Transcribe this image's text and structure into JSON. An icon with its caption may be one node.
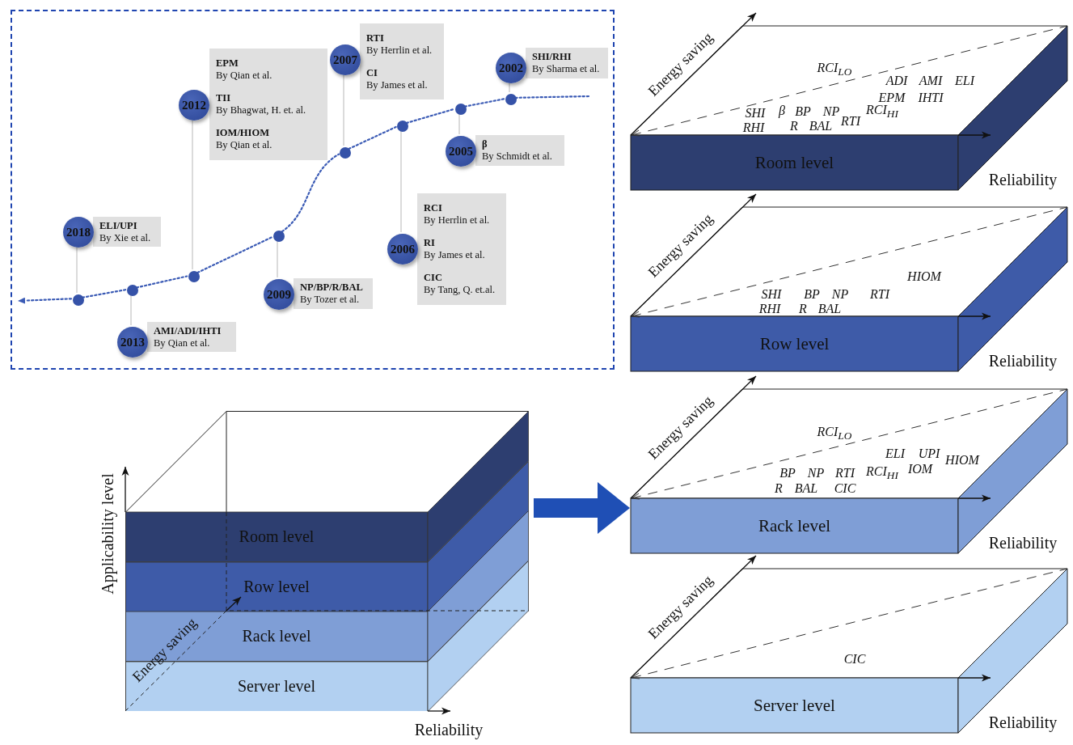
{
  "diagram": {
    "nodes": [
      {
        "text": [],
        "shape": "box"
      },
      {
        "text": [
          "2018"
        ],
        "in": 0
      },
      {
        "text": [
          "ELI/UPI",
          "By Xie et al."
        ],
        "in": 0
      },
      {
        "text": [],
        "shape": "circle",
        "in": 0
      },
      {
        "text": [
          "2013"
        ],
        "in": 0
      },
      {
        "text": [
          "AMI/ADI/IHTI",
          "By Qian et al."
        ],
        "in": 0
      },
      {
        "text": [],
        "shape": "circle",
        "in": 0
      },
      {
        "text": [
          "2012"
        ],
        "in": 0
      },
      {
        "text": [
          "EPM",
          "By Qian et al.",
          "TII",
          "By Bhagwat, H. et. al.",
          "IOM/HIOM",
          "By Qian et al."
        ],
        "in": 0
      },
      {
        "text": [],
        "shape": "circle",
        "in": 0
      },
      {
        "text": [
          "2009"
        ],
        "in": 0
      },
      {
        "text": [
          "NP/BP/R/BAL",
          "By Tozer et al."
        ],
        "in": 0
      },
      {
        "text": [],
        "shape": "circle",
        "in": 0
      },
      {
        "text": [
          "2007"
        ],
        "in": 0
      },
      {
        "text": [
          "RTI",
          "By Herrlin et al.",
          "CI",
          "By James et al."
        ],
        "in": 0
      },
      {
        "text": [],
        "shape": "circle",
        "in": 0
      },
      {
        "text": [
          "2006"
        ],
        "in": 0
      },
      {
        "text": [
          "RCI",
          "By Herrlin et al.",
          "RI",
          "By James et al.",
          "CIC",
          "By Tang, Q. et.al."
        ],
        "in": 0
      },
      {
        "text": [],
        "shape": "circle",
        "in": 0
      },
      {
        "text": [
          "2005"
        ],
        "in": 0
      },
      {
        "text": [
          "β",
          "By Schmidt et al."
        ],
        "in": 0
      },
      {
        "text": [],
        "shape": "circle",
        "in": 0
      },
      {
        "text": [
          "2002"
        ],
        "in": 0
      },
      {
        "text": [
          "SHI/RHI",
          "By Sharma et al."
        ],
        "in": 0
      },
      {
        "text": [],
        "shape": "circle",
        "in": 0
      },
      {
        "text": [],
        "shape": "box"
      },
      {
        "text": [
          "Room level"
        ],
        "in": 25
      },
      {
        "text": [
          "Row level"
        ],
        "in": 25
      },
      {
        "text": [
          "Rack level"
        ],
        "in": 25
      },
      {
        "text": [
          "Server level"
        ],
        "in": 25
      },
      {
        "text": [
          "Room level"
        ]
      },
      {
        "text": [
          "Row level"
        ]
      },
      {
        "text": [
          "Rack level"
        ]
      },
      {
        "text": [
          "Server level"
        ]
      }
    ],
    "edges": [
      {
        "from": 3,
        "to": 6,
        "arrow": "none",
        "style": "dashed"
      },
      {
        "from": 6,
        "to": 9,
        "arrow": "none",
        "style": "dashed"
      },
      {
        "from": 9,
        "to": 12,
        "arrow": "none",
        "style": "dashed"
      },
      {
        "from": 12,
        "to": 15,
        "arrow": "none",
        "style": "dashed"
      },
      {
        "from": 15,
        "to": 18,
        "arrow": "none",
        "style": "dashed"
      },
      {
        "from": 18,
        "to": 21,
        "arrow": "none",
        "style": "dashed"
      },
      {
        "from": 21,
        "to": 24,
        "arrow": "none",
        "style": "dashed"
      },
      {
        "from": 3,
        "to": null,
        "arrow": "to",
        "style": "dashed"
      },
      {
        "from": null,
        "to": 24,
        "arrow": "none",
        "style": "dashed"
      },
      {
        "from": 3,
        "to": 1,
        "arrow": "none",
        "color": "#cccccc"
      },
      {
        "from": 6,
        "to": 4,
        "arrow": "none",
        "color": "#cccccc"
      },
      {
        "from": 9,
        "to": 7,
        "arrow": "none",
        "color": "#cccccc"
      },
      {
        "from": 12,
        "to": 10,
        "arrow": "none",
        "color": "#cccccc"
      },
      {
        "from": 15,
        "to": 13,
        "arrow": "none",
        "color": "#cccccc"
      },
      {
        "from": 18,
        "to": 16,
        "arrow": "none",
        "color": "#cccccc"
      },
      {
        "from": 21,
        "to": 19,
        "arrow": "none",
        "color": "#cccccc"
      },
      {
        "from": 24,
        "to": 22,
        "arrow": "none",
        "color": "#cccccc"
      },
      {
        "from": 25,
        "to": 32,
        "arrow": "to",
        "style": "thick",
        "color": "#1f4fb5"
      }
    ],
    "labels": [
      "Energy saving",
      "RCI$_{LO}$",
      "ADI",
      "AMI",
      "ELI",
      "EPM",
      "IHTI",
      "SHI",
      "β",
      "BP",
      "NP",
      "RCI$_{HI}$",
      "RHI",
      "R",
      "BAL",
      "RTI",
      "Reliability",
      "Energy saving",
      "HIOM",
      "SHI",
      "BP",
      "NP",
      "RTI",
      "RHI",
      "R",
      "BAL",
      "Reliability",
      "Energy saving",
      "RCI$_{LO}$",
      "ELI",
      "UPI",
      "HIOM",
      "BP",
      "NP",
      "RTI",
      "RCI$_{HI}$",
      "IOM",
      "R",
      "BAL",
      "CIC",
      "Reliability",
      "Energy saving",
      "CIC",
      "Reliability",
      "Applicability level",
      "Energy saving",
      "Reliability"
    ]
  }
}
